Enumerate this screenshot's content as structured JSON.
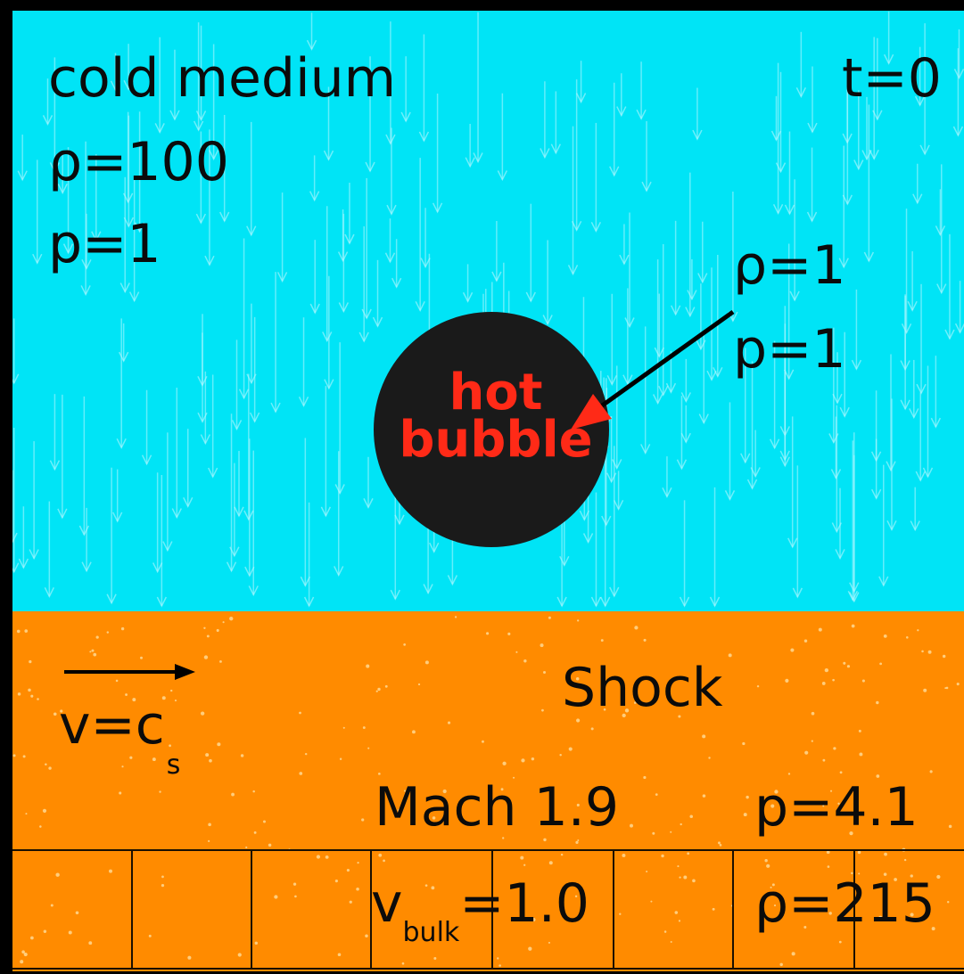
{
  "domain_note": "",
  "labels": {
    "cold_medium": "cold medium",
    "cold_rho": "ρ=100",
    "cold_p": "p=1",
    "time": "t=0",
    "bubble_rho": "ρ=1",
    "bubble_p": "p=1",
    "bubble_line1": "hot",
    "bubble_line2": "bubble",
    "velocity_main": "v=c",
    "velocity_sub": "s",
    "shock": "Shock",
    "mach": "Mach 1.9",
    "shock_p": "p=4.1",
    "vbulk_main": "v",
    "vbulk_sub": "bulk",
    "vbulk_value": "=1.0",
    "shock_rho": "ρ=215"
  },
  "colors": {
    "cold_medium": "#00e4f6",
    "shock_region": "#ff8b00",
    "bubble": "#1a1a1a",
    "bubble_text": "#ff2a17",
    "arrow": "#000000",
    "flow_streaks": "#b5f6ff"
  }
}
